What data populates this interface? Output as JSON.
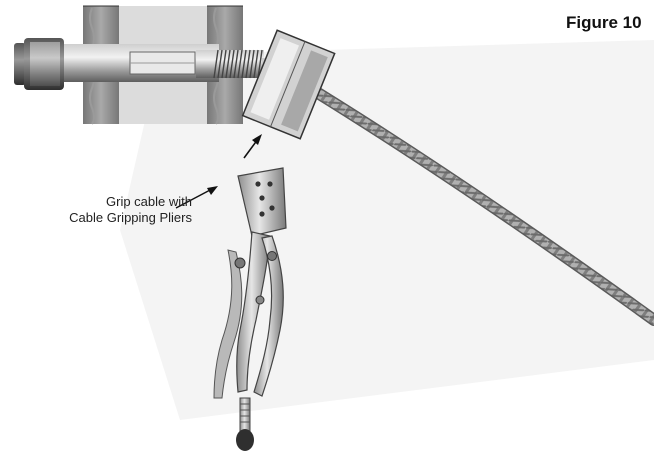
{
  "figure": {
    "title": "Figure 10"
  },
  "callout": {
    "line1": "Grip cable with",
    "line2": "Cable Gripping Pliers"
  },
  "icons": [
    "threaded-fitting-icon",
    "cable-clamp-block-icon",
    "locking-pliers-icon",
    "arrow-icon"
  ],
  "colors": {
    "metal": "#9a9a9a",
    "wall_hatch": "#8c8c8c",
    "cable": "#888888",
    "background_panel": "#f2f2f2"
  }
}
